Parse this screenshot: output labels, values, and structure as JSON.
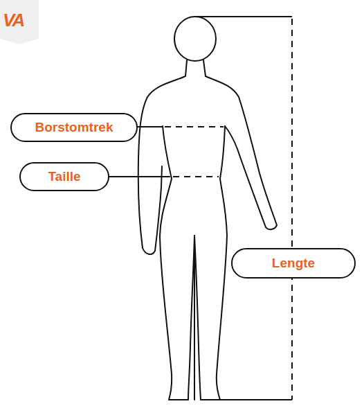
{
  "diagram": {
    "nodes": [
      {
        "text": [
          "Borstomtrek"
        ]
      },
      {
        "text": [
          "Taille"
        ]
      },
      {
        "text": [
          "Lengte"
        ]
      }
    ],
    "labels": [
      "VA"
    ]
  }
}
